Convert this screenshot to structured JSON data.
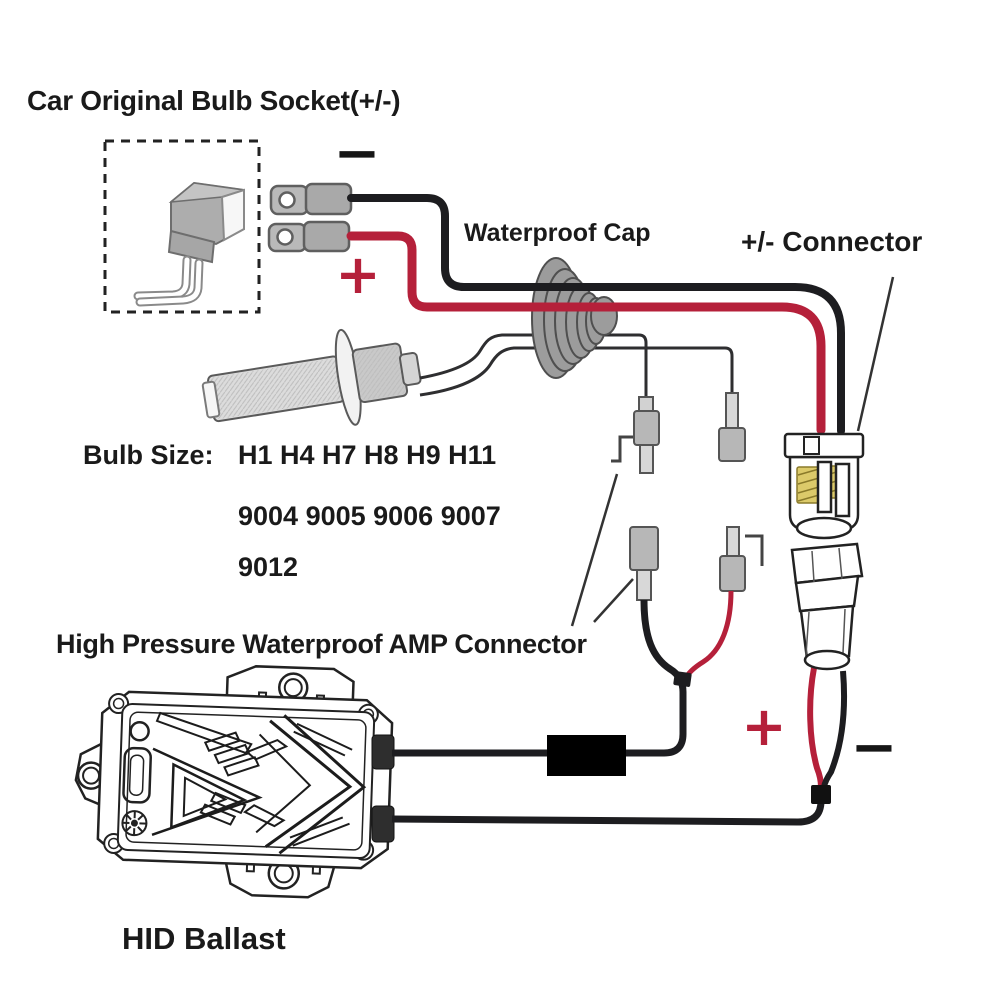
{
  "diagram": {
    "title": "Car Original Bulb Socket(+/-)",
    "labels": {
      "waterproof_cap": "Waterproof Cap",
      "pm_connector": "+/-  Connector",
      "bulb_size_label": "Bulb Size:",
      "bulb_sizes_line1": "H1 H4 H7 H8 H9 H11",
      "bulb_sizes_line2": "9004 9005 9006 9007",
      "bulb_sizes_line3": "9012",
      "amp_connector": "High Pressure Waterproof AMP Connector",
      "hid_ballast": "HID Ballast"
    },
    "symbols": {
      "socket_negative": "−",
      "socket_positive": "+",
      "ballast_positive": "+",
      "ballast_negative": "−"
    },
    "bulb_sizes": [
      "H1",
      "H4",
      "H7",
      "H8",
      "H9",
      "H11",
      "9004",
      "9005",
      "9006",
      "9007",
      "9012"
    ],
    "colors": {
      "positive_wire": "#b5203a",
      "negative_wire": "#1d1d20",
      "connector_gray": "#b7b7b7",
      "cap_gray": "#9c9c9c",
      "terminal_yellow": "#dcca6a"
    }
  }
}
